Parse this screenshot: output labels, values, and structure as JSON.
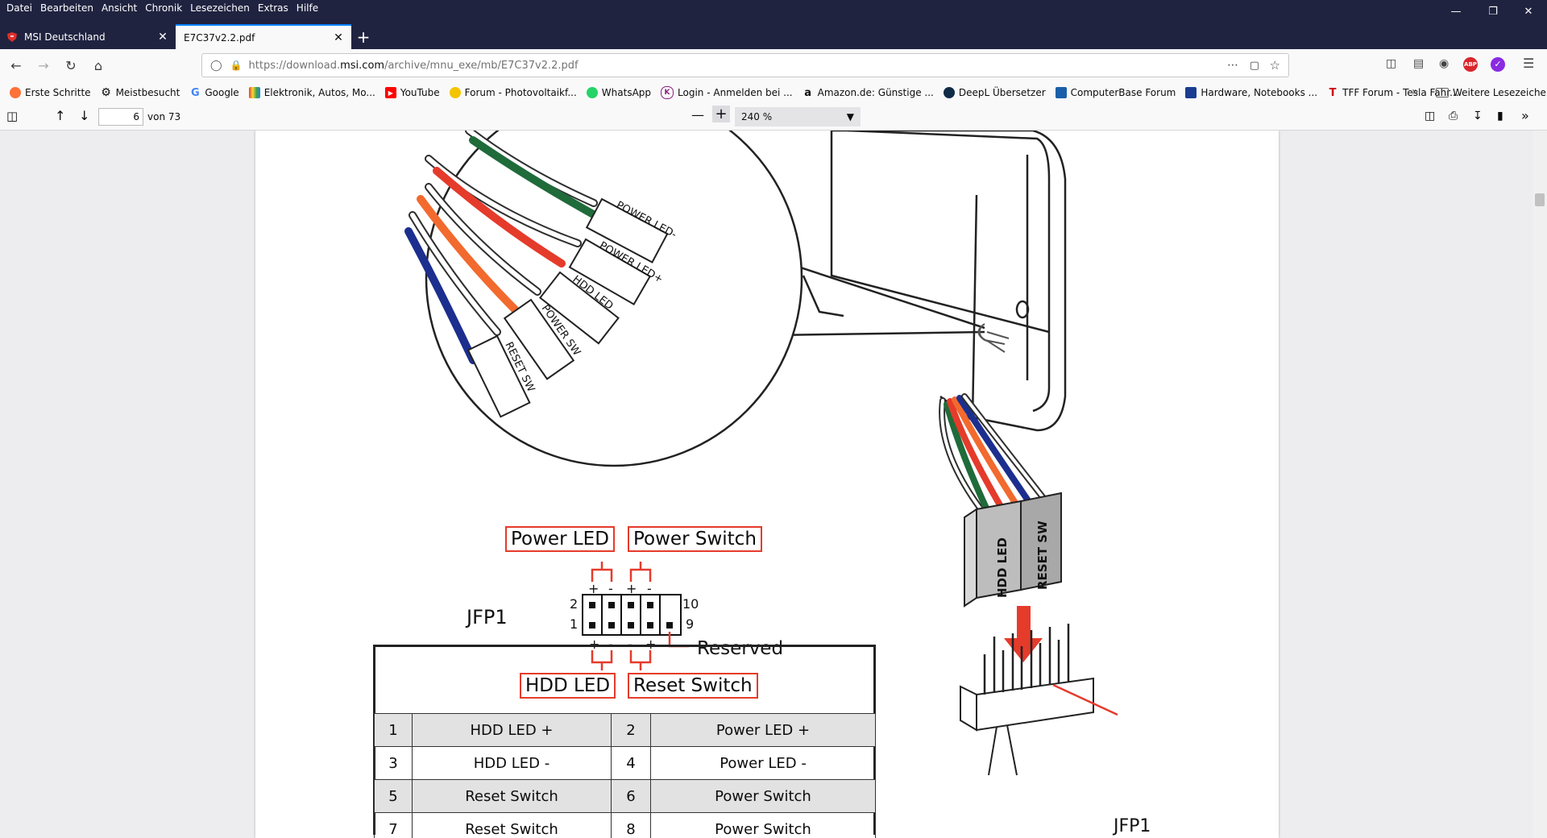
{
  "menu": [
    "Datei",
    "Bearbeiten",
    "Ansicht",
    "Chronik",
    "Lesezeichen",
    "Extras",
    "Hilfe"
  ],
  "tabs": [
    {
      "label": "MSI Deutschland",
      "active": false
    },
    {
      "label": "E7C37v2.2.pdf",
      "active": true
    }
  ],
  "url": {
    "prefix": "https://download.",
    "domain": "msi.com",
    "path": "/archive/mnu_exe/mb/E7C37v2.2.pdf"
  },
  "bookmarks": [
    "Erste Schritte",
    "Meistbesucht",
    "Google",
    "Elektronik, Autos, Mo...",
    "YouTube",
    "Forum - Photovoltaikf...",
    "WhatsApp",
    "Login - Anmelden bei ...",
    "Amazon.de: Günstige ...",
    "DeepL Übersetzer",
    "ComputerBase Forum",
    "Hardware, Notebooks ...",
    "TFF Forum - Tesla Fahr..."
  ],
  "bookmarks_more": "Weitere Lesezeichen",
  "pdf": {
    "page": "6",
    "page_count": "von 73",
    "zoom": "240 %"
  },
  "diagram": {
    "connector_labels": [
      "POWER LED-",
      "POWER LED+",
      "HDD LED",
      "POWER SW",
      "RESET SW"
    ],
    "header_name": "JFP1",
    "callouts": {
      "power_led": "Power LED",
      "power_switch": "Power Switch",
      "hdd_led": "HDD LED",
      "reset_switch": "Reset Switch",
      "reserved": "Reserved"
    },
    "pin_numbers": {
      "top_left": "2",
      "bottom_left": "1",
      "top_right": "10",
      "bottom_right": "9"
    },
    "plug_labels": [
      "HDD LED",
      "RESET SW"
    ],
    "jfp1_label": "JFP1"
  },
  "pin_table": [
    {
      "a": "1",
      "b": "HDD LED +",
      "c": "2",
      "d": "Power LED +"
    },
    {
      "a": "3",
      "b": "HDD LED -",
      "c": "4",
      "d": "Power LED -"
    },
    {
      "a": "5",
      "b": "Reset Switch",
      "c": "6",
      "d": "Power Switch"
    },
    {
      "a": "7",
      "b": "Reset Switch",
      "c": "8",
      "d": "Power Switch"
    }
  ]
}
